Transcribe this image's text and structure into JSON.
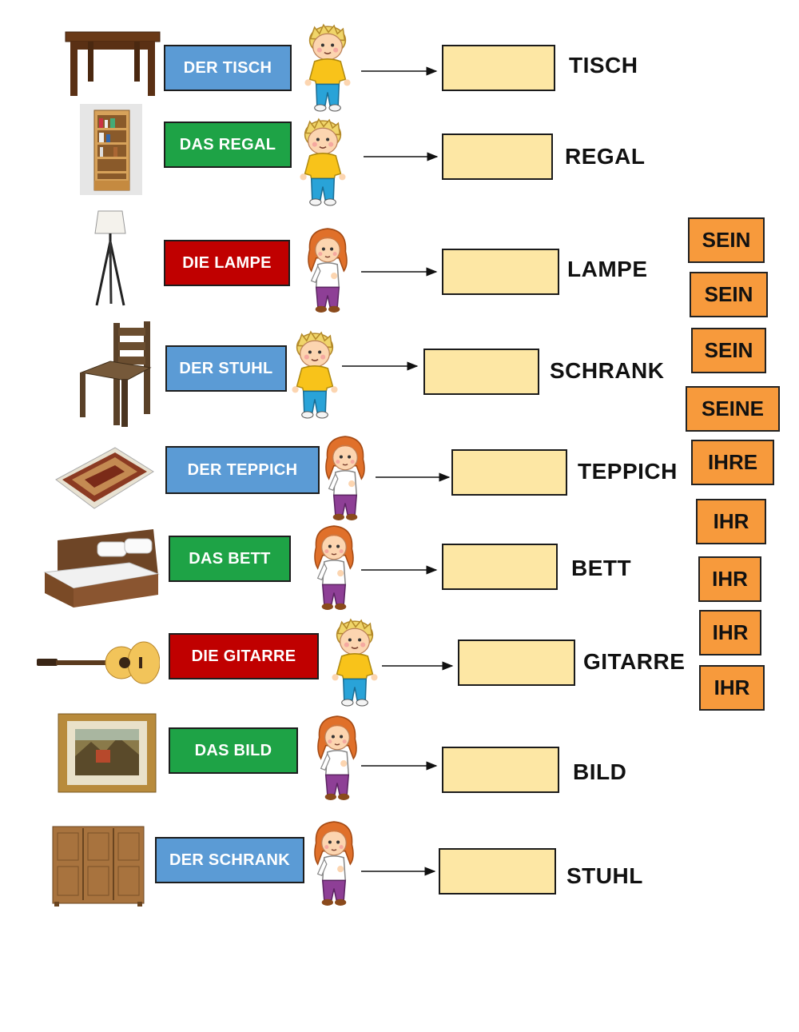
{
  "colors": {
    "der": "#5b9bd5",
    "das": "#1ea346",
    "die": "#c00000",
    "answer_fill": "#fde7a4",
    "chip_fill": "#f79a3c"
  },
  "rows": [
    {
      "item": "table-icon",
      "label": "DER TISCH",
      "article": "der",
      "child": "boy",
      "word": "TISCH"
    },
    {
      "item": "bookshelf-icon",
      "label": "DAS REGAL",
      "article": "das",
      "child": "boy",
      "word": "REGAL"
    },
    {
      "item": "floor-lamp-icon",
      "label": "DIE LAMPE",
      "article": "die",
      "child": "girl",
      "word": "LAMPE"
    },
    {
      "item": "chair-icon",
      "label": "DER STUHL",
      "article": "der",
      "child": "boy",
      "word": "SCHRANK"
    },
    {
      "item": "carpet-icon",
      "label": "DER TEPPICH",
      "article": "der",
      "child": "girl",
      "word": "TEPPICH"
    },
    {
      "item": "bed-icon",
      "label": "DAS BETT",
      "article": "das",
      "child": "girl",
      "word": "BETT"
    },
    {
      "item": "guitar-icon",
      "label": "DIE GITARRE",
      "article": "die",
      "child": "boy",
      "word": "GITARRE"
    },
    {
      "item": "framed-picture-icon",
      "label": "DAS BILD",
      "article": "das",
      "child": "girl",
      "word": "BILD"
    },
    {
      "item": "wardrobe-icon",
      "label": "DER SCHRANK",
      "article": "der",
      "child": "girl",
      "word": "STUHL"
    }
  ],
  "chips": [
    "SEIN",
    "SEIN",
    "SEIN",
    "SEINE",
    "IHRE",
    "IHR",
    "IHR",
    "IHR",
    "IHR"
  ]
}
